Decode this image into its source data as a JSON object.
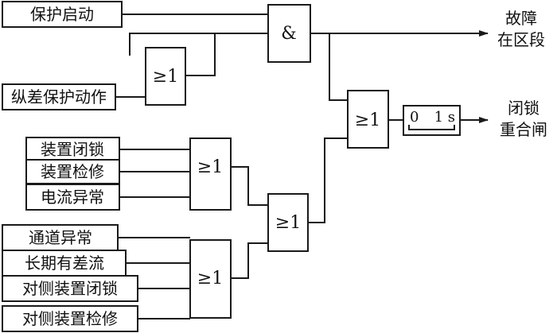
{
  "inputs": {
    "protect_start": "保护启动",
    "diff_action": "纵差保护动作",
    "dev_lock": "装置闭锁",
    "dev_maint": "装置检修",
    "current_abn": "电流异常",
    "channel_abn": "通道异常",
    "long_diff": "长期有差流",
    "peer_lock": "对侧装置闭锁",
    "peer_maint": "对侧装置检修"
  },
  "gates": {
    "and_symbol": "&",
    "or_symbol": "≥1"
  },
  "timer": {
    "t0": "0",
    "t1": "1 s"
  },
  "outputs": {
    "fault_line1": "故障",
    "fault_line2": "在区段",
    "block_line1": "闭锁",
    "block_line2": "重合闸"
  }
}
